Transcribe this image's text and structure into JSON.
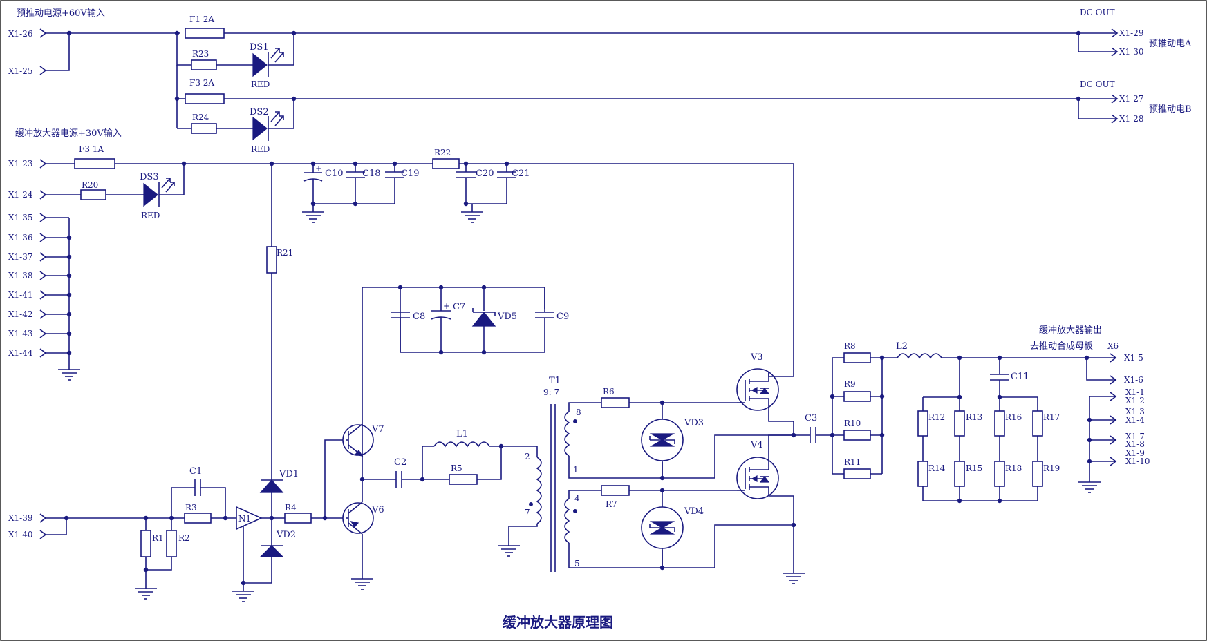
{
  "title": "缓冲放大器原理图",
  "headers": {
    "pre_drive_power": "预推动电源+60V输入",
    "buffer_power": "缓冲放大器电源+30V输入",
    "dc_out_a": "DC   OUT",
    "dc_out_b": "DC   OUT",
    "pre_drive_a": "预推动电A",
    "pre_drive_b": "预推动电B",
    "buffer_output_line1": "缓冲放大器输出",
    "buffer_output_line2": "去推动合成母板",
    "x6": "X6"
  },
  "connectors": {
    "x1_26": "X1-26",
    "x1_25": "X1-25",
    "x1_23": "X1-23",
    "x1_24": "X1-24",
    "x1_35": "X1-35",
    "x1_36": "X1-36",
    "x1_37": "X1-37",
    "x1_38": "X1-38",
    "x1_41": "X1-41",
    "x1_42": "X1-42",
    "x1_43": "X1-43",
    "x1_44": "X1-44",
    "x1_39": "X1-39",
    "x1_40": "X1-40",
    "x1_29": "X1-29",
    "x1_30": "X1-30",
    "x1_27": "X1-27",
    "x1_28": "X1-28",
    "x1_5": "X1-5",
    "x1_6": "X1-6",
    "x1_1": "X1-1",
    "x1_2": "X1-2",
    "x1_3": "X1-3",
    "x1_4": "X1-4",
    "x1_7": "X1-7",
    "x1_8": "X1-8",
    "x1_9": "X1-9",
    "x1_10": "X1-10"
  },
  "components": {
    "f1": "F1   2A",
    "f3a": "F3   2A",
    "f3b": "F3    1A",
    "r23": "R23",
    "r24": "R24",
    "r20": "R20",
    "r22": "R22",
    "r21": "R21",
    "ds1": "DS1",
    "ds2": "DS2",
    "ds3": "DS3",
    "red1": "RED",
    "red2": "RED",
    "red3": "RED",
    "c10": "C10",
    "c18": "C18",
    "c19": "C19",
    "c20": "C20",
    "c21": "C21",
    "c8": "C8",
    "c7": "C7",
    "vd5": "VD5",
    "c9": "C9",
    "c1": "C1",
    "r3": "R3",
    "r1": "R1",
    "r2": "R2",
    "n1": "N1",
    "vd1": "VD1",
    "vd2": "VD2",
    "r4": "R4",
    "v7": "V7",
    "v6": "V6",
    "c2": "C2",
    "l1": "L1",
    "r5": "R5",
    "t1": "T1",
    "t1_ratio": "9:  7",
    "pin8": "8",
    "pin1": "1",
    "pin4": "4",
    "pin5": "5",
    "pin2": "2",
    "pin7": "7",
    "r6": "R6",
    "r7": "R7",
    "vd3": "VD3",
    "vd4": "VD4",
    "v3": "V3",
    "v4": "V4",
    "c3": "C3",
    "r8": "R8",
    "r9": "R9",
    "r10": "R10",
    "r11": "R11",
    "l2": "L2",
    "c11": "C11",
    "r12": "R12",
    "r13": "R13",
    "r16": "R16",
    "r17": "R17",
    "r14": "R14",
    "r15": "R15",
    "r18": "R18",
    "r19": "R19"
  }
}
